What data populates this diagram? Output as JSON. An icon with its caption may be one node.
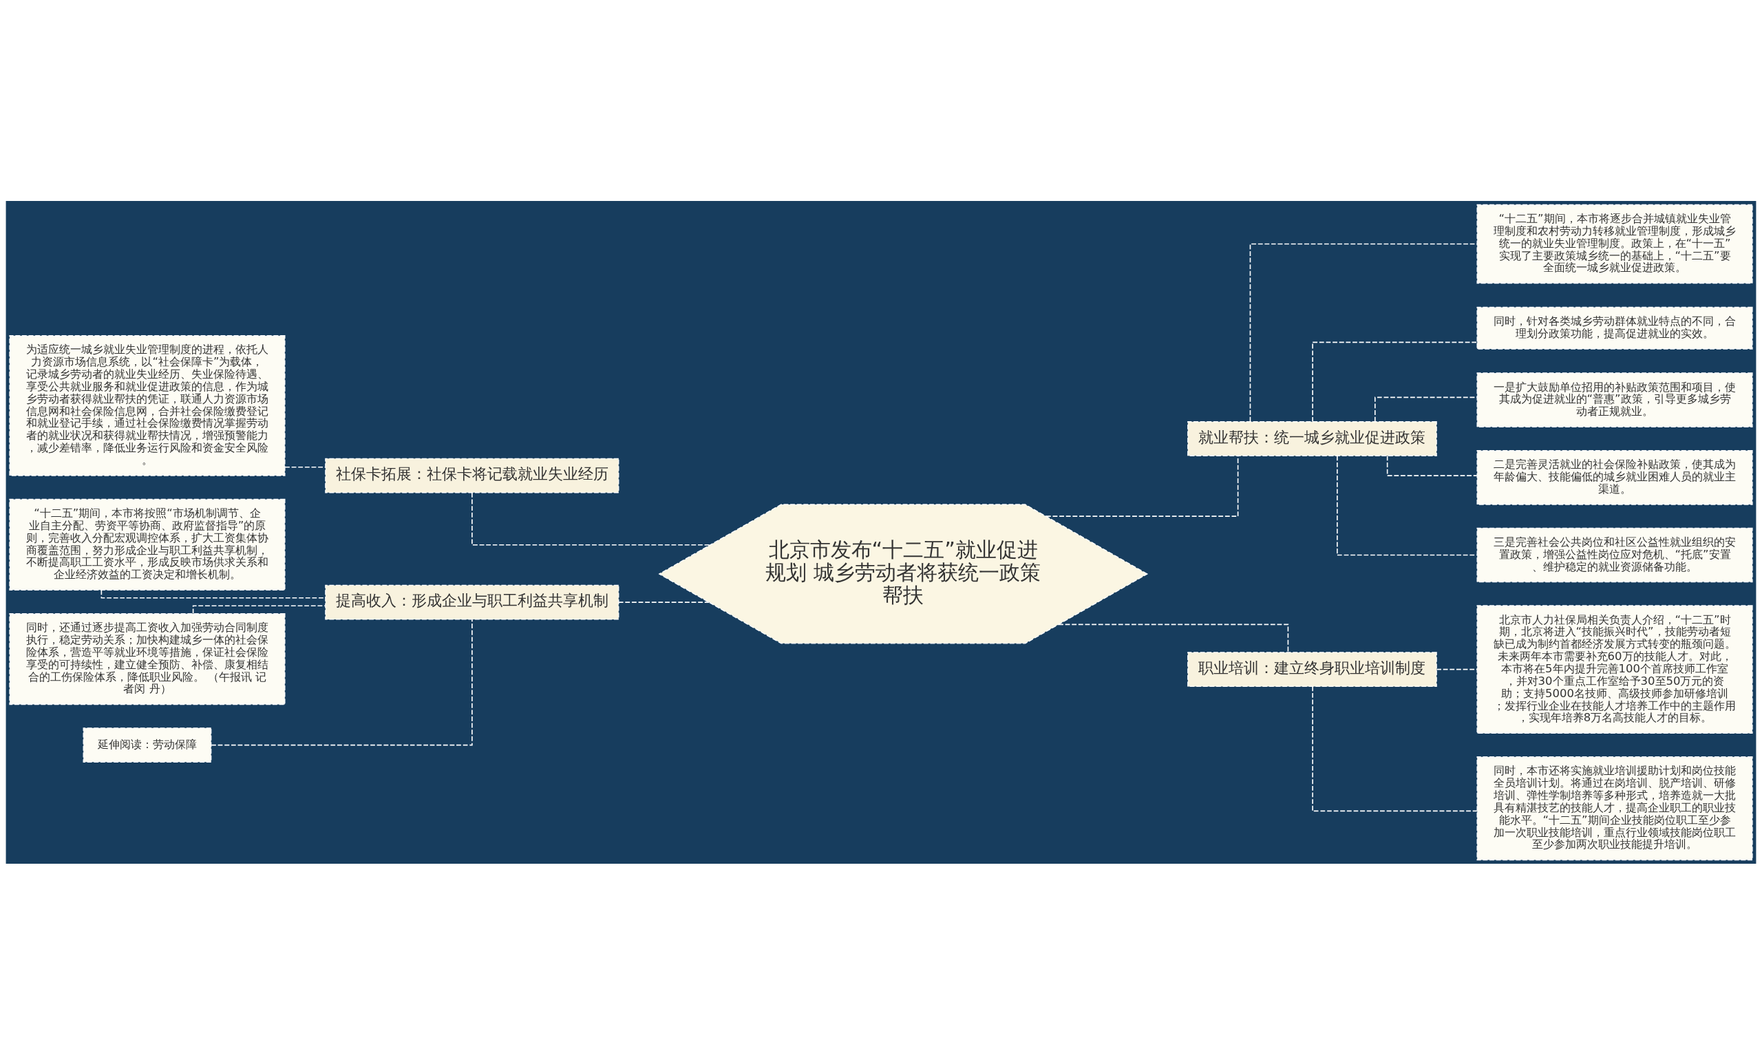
{
  "diagram": {
    "nodes": [
      {
        "text": [
          "北京市发布“十二五”就业促进规划 城乡劳动者将获统一政策帮扶"
        ]
      },
      {
        "text": [
          "社保卡拓展：社保卡将记载就业失业经历"
        ]
      },
      {
        "text": [
          "为适应统一城乡就业失业管理制度的进程，依托人力资源市场信息系统，以“社会保障卡”为载体，记录城乡劳动者的就业失业经历、失业保险待遇、享受公共就业服务和就业促进政策的信息，作为城乡劳动者获得就业帮扶的凭证，联通人力资源市场信息网和社会保险信息网，合并社会保险缴费登记和就业登记手续，通过社会保险缴费情况掌握劳动者的就业状况和获得就业帮扶情况，增强预警能力，减少差错率，降低业务运行风险和资金安全风险。"
        ]
      },
      {
        "text": [
          "提高收入：形成企业与职工利益共享机制"
        ]
      },
      {
        "text": [
          "“十二五”期间，本市将按照“市场机制调节、企业自主分配、劳资平等协商、政府监督指导”的原则，完善收入分配宏观调控体系，扩大工资集体协商覆盖范围，努力形成企业与职工利益共享机制，不断提高职工工资水平，形成反映市场供求关系和企业经济效益的工资决定和增长机制。"
        ]
      },
      {
        "text": [
          "同时，还通过逐步提高工资收入加强劳动合同制度执行，稳定劳动关系；加快构建城乡一体的社会保险体系，营造平等就业环境等措施，保证社会保险享受的可持续性，建立健全预防、补偿、康复相结合的工伤保险体系，降低职业风险。 （午报讯 记者闵 丹）"
        ]
      },
      {
        "text": [
          "延伸阅读：劳动保障"
        ]
      },
      {
        "text": [
          "就业帮扶：统一城乡就业促进政策"
        ]
      },
      {
        "text": [
          "“十二五”期间，本市将逐步合并城镇就业失业管理制度和农村劳动力转移就业管理制度，形成城乡统一的就业失业管理制度。政策上，在“十一五”实现了主要政策城乡统一的基础上，“十二五”要全面统一城乡就业促进政策。"
        ]
      },
      {
        "text": [
          "同时，针对各类城乡劳动群体就业特点的不同，合理划分政策功能，提高促进就业的实效。"
        ]
      },
      {
        "text": [
          "一是扩大鼓励单位招用的补贴政策范围和项目，使其成为促进就业的“普惠”政策，引导更多城乡劳动者正规就业。"
        ]
      },
      {
        "text": [
          "二是完善灵活就业的社会保险补贴政策，使其成为年龄偏大、技能偏低的城乡就业困难人员的就业主渠道。"
        ]
      },
      {
        "text": [
          "三是完善社会公共岗位和社区公益性就业组织的安置政策，增强公益性岗位应对危机、“托底”安置、维护稳定的就业资源储备功能。"
        ]
      },
      {
        "text": [
          "职业培训：建立终身职业培训制度"
        ]
      },
      {
        "text": [
          "北京市人力社保局相关负责人介绍，“十二五”时期，北京将进入“技能振兴时代”，技能劳动者短缺已成为制约首都经济发展方式转变的瓶颈问题。未来两年本市需要补充60万的技能人才。对此，本市将在5年内提升完善100个首席技师工作室，并对30个重点工作室给予30至50万元的资助；支持5000名技师、高级技师参加研修培训；发挥行业企业在技能人才培养工作中的主题作用，实现年培养8万名高技能人才的目标。"
        ]
      },
      {
        "text": [
          "同时，本市还将实施就业培训援助计划和岗位技能全员培训计划。将通过在岗培训、脱产培训、研修培训、弹性学制培养等多种形式，培养造就一大批具有精湛技艺的技能人才，提高企业职工的职业技能水平。“十二五”期间企业技能岗位职工至少参加一次职业技能培训，重点行业领域技能岗位职工至少参加两次职业技能提升培训。"
        ]
      }
    ],
    "edges": [
      {
        "from": 1,
        "to": 0,
        "arrow": "none"
      },
      {
        "from": 2,
        "to": 1,
        "arrow": "none"
      },
      {
        "from": 3,
        "to": 0,
        "arrow": "none"
      },
      {
        "from": 4,
        "to": 3,
        "arrow": "none"
      },
      {
        "from": 5,
        "to": 3,
        "arrow": "none"
      },
      {
        "from": 6,
        "to": 3,
        "arrow": "none"
      },
      {
        "from": 0,
        "to": 7,
        "arrow": "none"
      },
      {
        "from": 7,
        "to": 8,
        "arrow": "none"
      },
      {
        "from": 7,
        "to": 9,
        "arrow": "none"
      },
      {
        "from": 7,
        "to": 10,
        "arrow": "none"
      },
      {
        "from": 7,
        "to": 11,
        "arrow": "none"
      },
      {
        "from": 7,
        "to": 12,
        "arrow": "none"
      },
      {
        "from": 0,
        "to": 13,
        "arrow": "none"
      },
      {
        "from": 13,
        "to": 14,
        "arrow": "none"
      },
      {
        "from": 13,
        "to": 15,
        "arrow": "none"
      }
    ]
  }
}
